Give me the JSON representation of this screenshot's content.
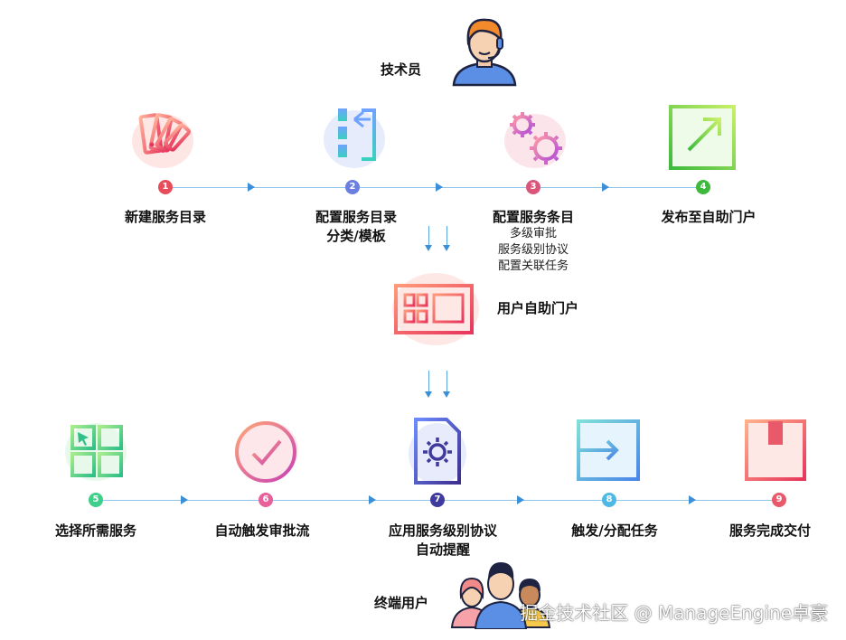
{
  "technician": {
    "label": "技术员"
  },
  "top_steps": [
    {
      "num": "1",
      "title": "新建服务目录",
      "color": "#e84c5a"
    },
    {
      "num": "2",
      "title": "配置服务目录",
      "sub": [
        "分类/模板"
      ],
      "color": "#6a7fe0"
    },
    {
      "num": "3",
      "title": "配置服务条目",
      "sub": [
        "多级审批",
        "服务级别协议",
        "配置关联任务"
      ],
      "color": "#d9567a"
    },
    {
      "num": "4",
      "title": "发布至自助门户",
      "color": "#3dba3d"
    }
  ],
  "portal": {
    "label": "用户自助门户"
  },
  "bottom_steps": [
    {
      "num": "5",
      "title": "选择所需服务",
      "color": "#3fcf8a"
    },
    {
      "num": "6",
      "title": "自动触发审批流",
      "color": "#e7609a"
    },
    {
      "num": "7",
      "title": "应用服务级别协议",
      "sub": [
        "自动提醒"
      ],
      "color": "#3e3a9e"
    },
    {
      "num": "8",
      "title": "触发/分配任务",
      "color": "#4fb9e6"
    },
    {
      "num": "9",
      "title": "服务完成交付",
      "color": "#e85a6a"
    }
  ],
  "end_user": {
    "label": "终端用户"
  },
  "watermark": "掘金技术社区 @ ManageEngine卓豪"
}
